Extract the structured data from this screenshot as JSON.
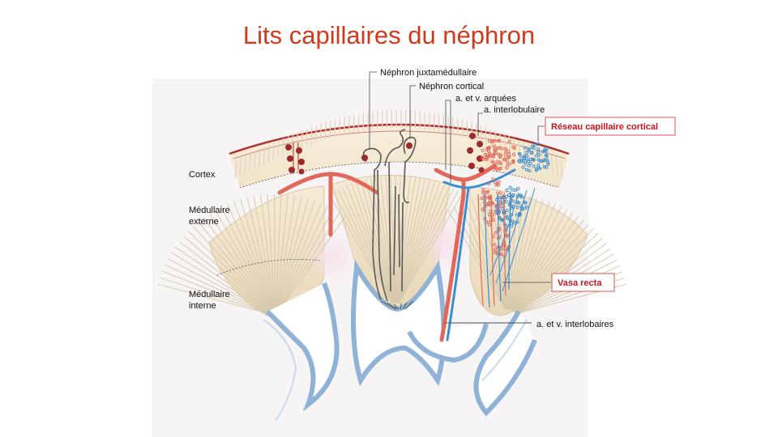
{
  "title": "Lits capillaires du néphron",
  "labels": {
    "cortex": "Cortex",
    "medullaire_externe": [
      "Médullaire",
      "externe"
    ],
    "medullaire_interne": [
      "Médullaire",
      "interne"
    ],
    "nephron_juxtamedullaire": "Néphron juxtamédullaire",
    "nephron_cortical": "Néphron cortical",
    "arteres_veines_arquees": "a. et v.  arquées",
    "artere_interlobulaire": "a. interlobulaire",
    "reseau_capillaire_cortical": "Réseau capillaire cortical",
    "vasa_recta": "Vasa recta",
    "arteres_veines_interlobaires": "a. et v. interlobaires"
  },
  "colors": {
    "title": "#d03a1c",
    "callout_border": "#d9534f",
    "callout_text": "#c8161d",
    "artery": "#e0695a",
    "vein": "#3a8fd0",
    "capsule": "#b03030"
  }
}
